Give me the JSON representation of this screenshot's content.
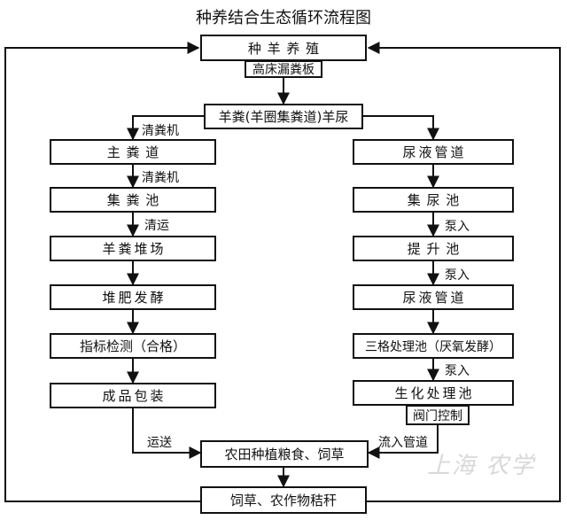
{
  "title": "种养结合生态循环流程图",
  "nodes": {
    "breeding": "种羊养殖",
    "floor": "高床漏粪板",
    "manure_urine": "羊粪(羊圈集粪道)羊尿",
    "main_channel": "主粪道",
    "collect_pit": "集粪池",
    "yard": "羊粪堆场",
    "ferment": "堆肥发酵",
    "test": "指标检测（合格）",
    "package": "成品包装",
    "urine_pipe1": "尿液管道",
    "urine_pool": "集尿池",
    "lift_pool": "提升池",
    "urine_pipe2": "尿液管道",
    "three_tank": "三格处理池（厌氧发酵）",
    "bio_tank": "生化处理池",
    "valve": "阀门控制",
    "farmland": "农田种植粮食、饲草",
    "forage": "饲草、农作物秸秆"
  },
  "edge_labels": {
    "cleaner1": "清粪机",
    "cleaner2": "清粪机",
    "haul": "清运",
    "pump1": "泵入",
    "pump2": "泵入",
    "pump3": "泵入",
    "transport": "运送",
    "inflow": "流入管道"
  },
  "watermark": "上海 农学"
}
